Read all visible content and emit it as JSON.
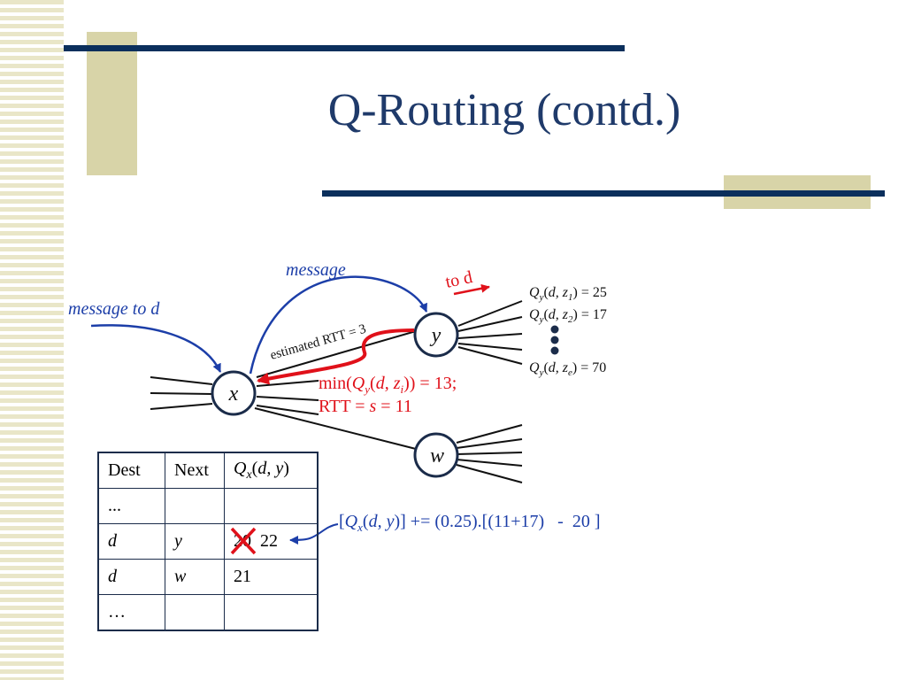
{
  "title": "Q-Routing (contd.)",
  "labels": {
    "message_to_d": "message to d",
    "message": "message",
    "to_d": "to d",
    "estimated_rtt": "estimated RTT = 3",
    "node_x": "x",
    "node_y": "y",
    "node_w": "w",
    "min_q": "min(Q_y(d, z_i)) = 13;",
    "rtt_s": "RTT = s = 11"
  },
  "q_values": [
    {
      "text": "Q_y(d, z_1) = 25"
    },
    {
      "text": "Q_y(d, z_2) = 17"
    },
    {
      "text": "Q_y(d, z_e) = 70"
    }
  ],
  "table": {
    "headers": [
      "Dest",
      "Next",
      "Q_x(d, y)"
    ],
    "rows": [
      [
        "...",
        "",
        ""
      ],
      [
        "d",
        "y",
        "20",
        "22"
      ],
      [
        "d",
        "w",
        "21"
      ],
      [
        "…",
        "",
        ""
      ]
    ]
  },
  "update_formula": "[Q_x(d, y)] += (0.25).[(11+17)   -  20 ]",
  "colors": {
    "navy": "#0b2f5c",
    "tan": "#d8d4a8",
    "title": "#1f3a6a",
    "blue": "#1c3ea8",
    "red": "#e0111a"
  }
}
